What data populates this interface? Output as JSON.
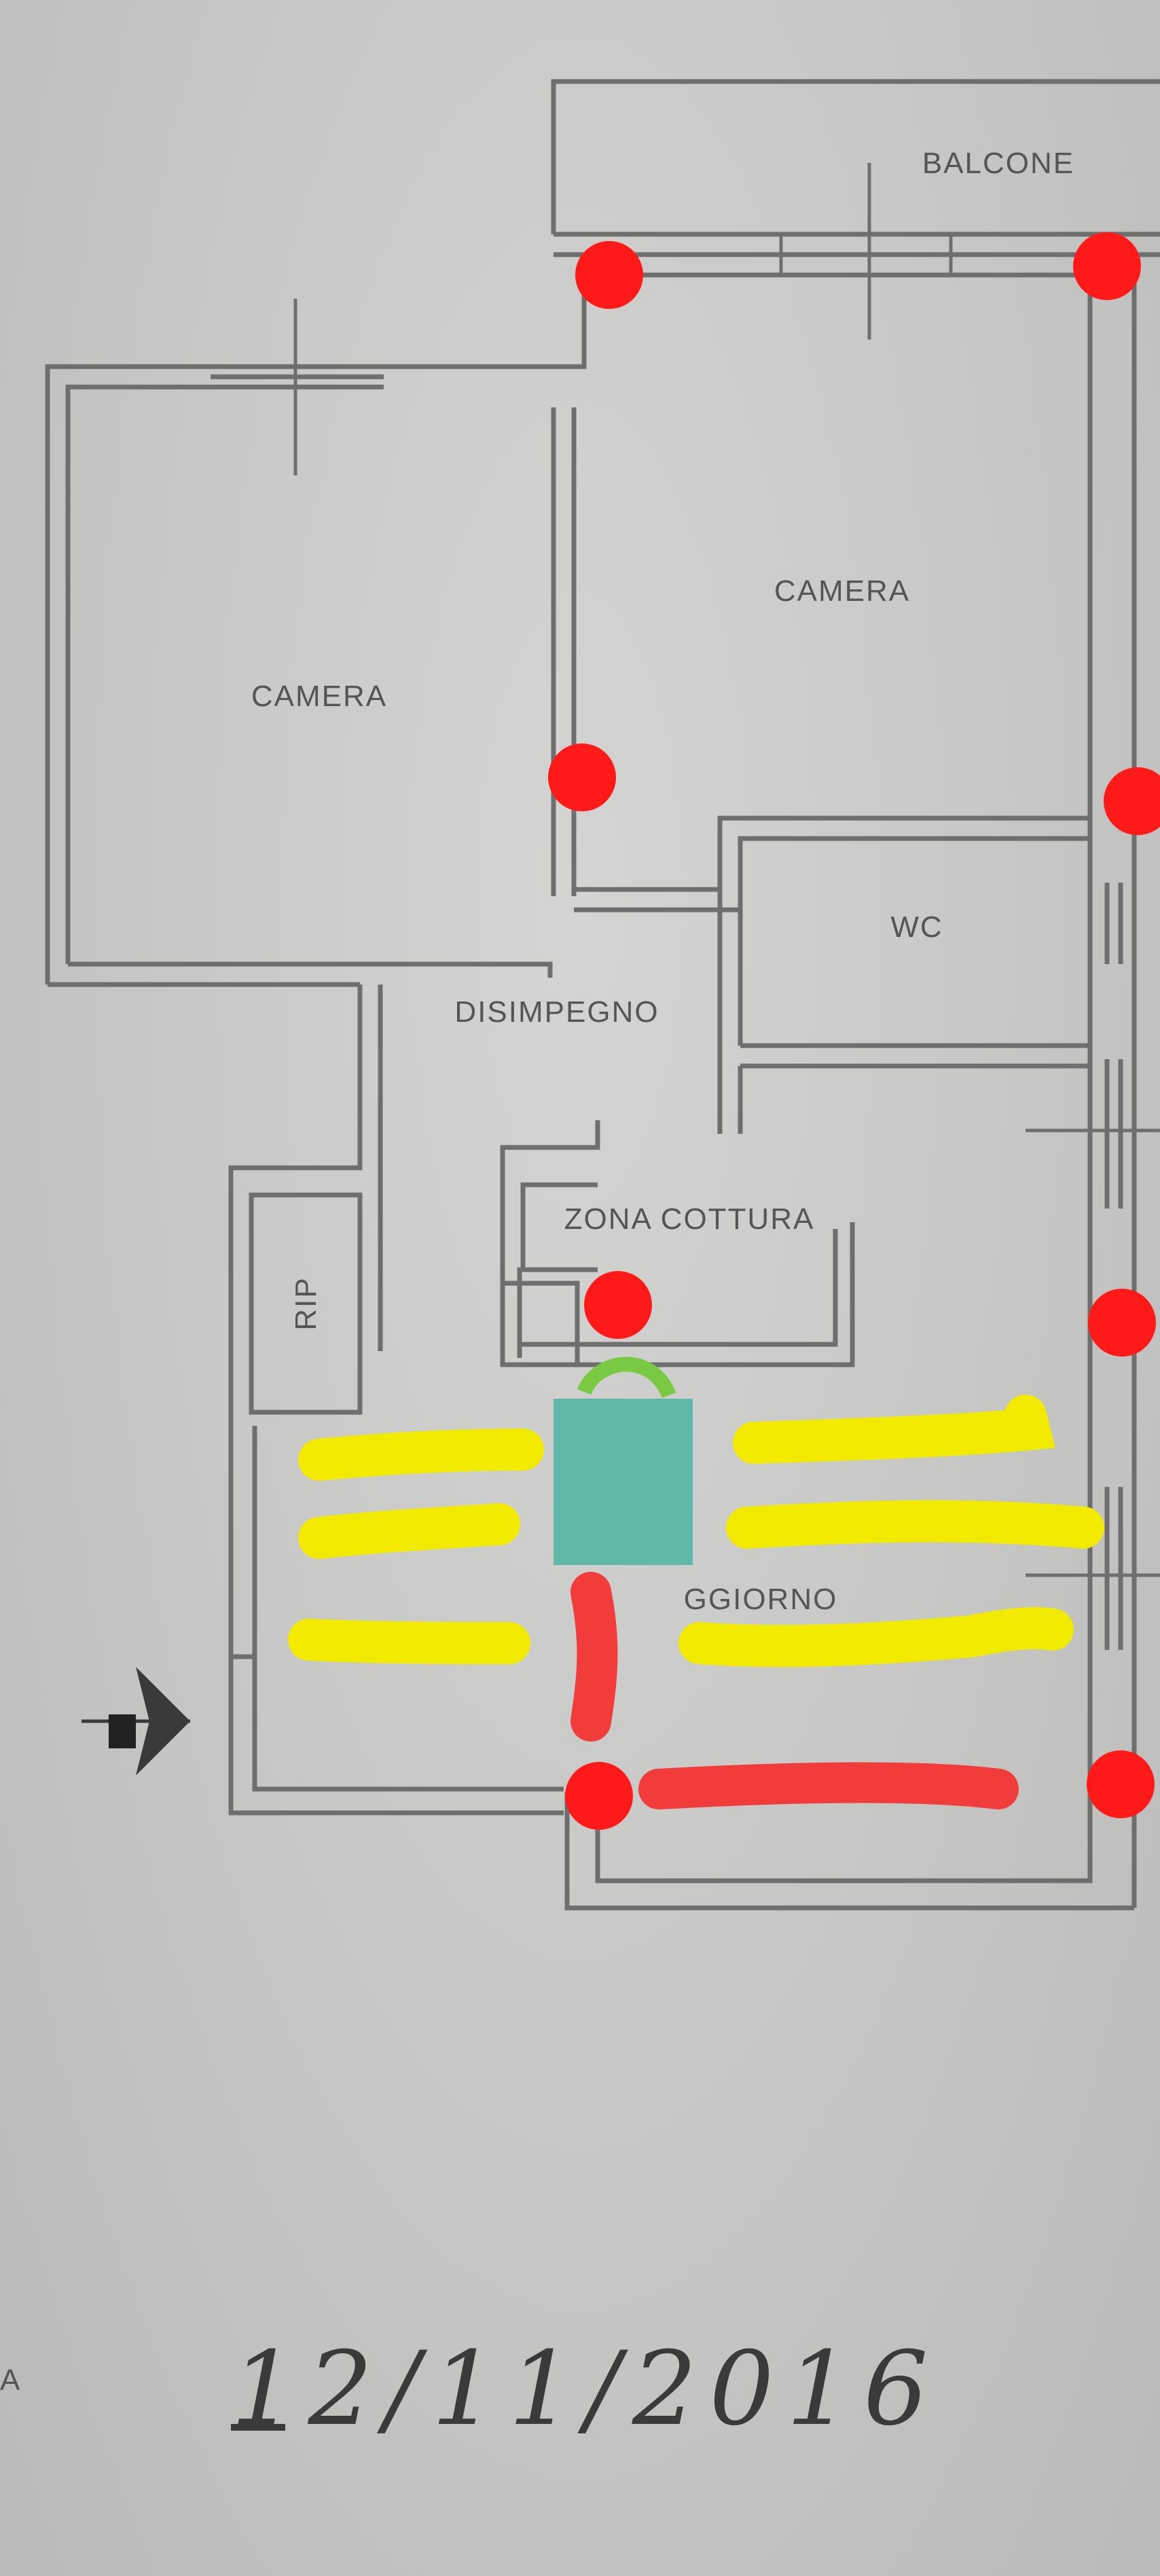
{
  "rooms": {
    "balcone": "BALCONE",
    "camera_right": "CAMERA",
    "camera_left": "CAMERA",
    "wc": "WC",
    "disimpegno": "DISIMPEGNO",
    "rip": "RIP",
    "zona_cottura": "ZONA COTTURA",
    "soggiorno": "GGIORNO"
  },
  "handwritten_date": "12/11/2016",
  "margin_mark": "A",
  "colors": {
    "paper": "#c9c9c7",
    "wall": "#6e6e6e",
    "red_marker": "#ff1a1a",
    "red_stroke": "#f23b3b",
    "yellow_stroke": "#f2ea00",
    "teal_box": "#5fb8a8",
    "green_arc": "#7ac943"
  }
}
